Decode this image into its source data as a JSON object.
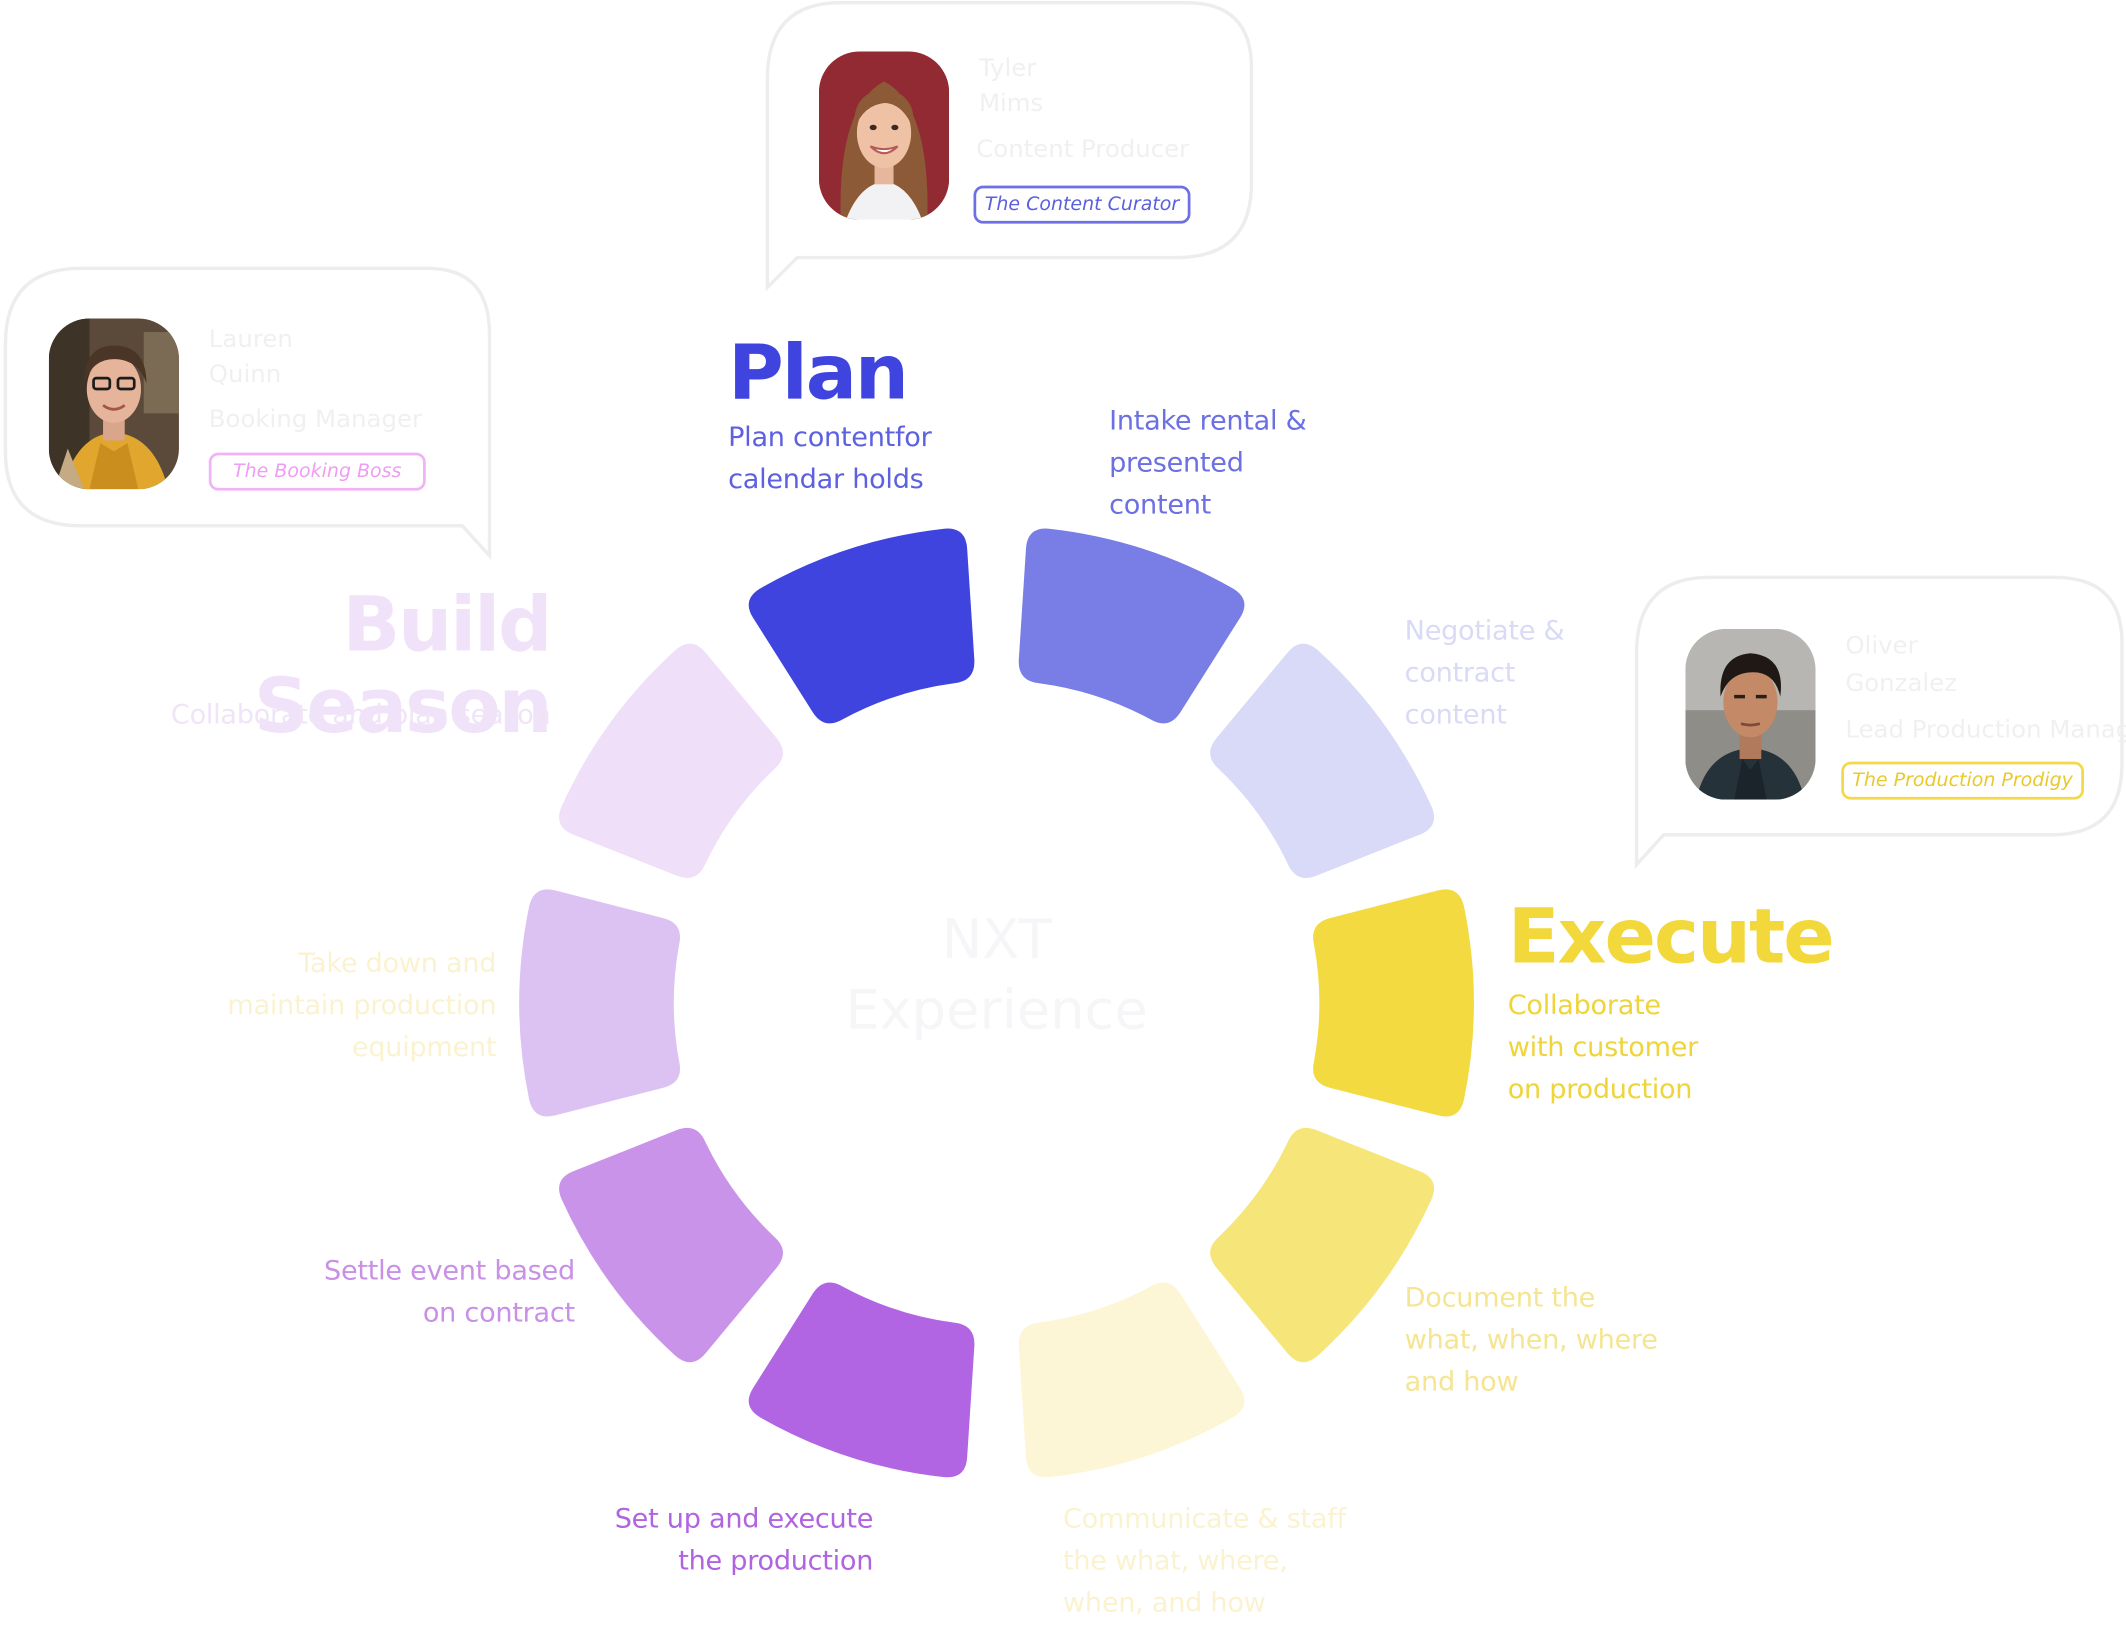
{
  "phases": {
    "plan": {
      "title": "Plan",
      "subtitle": [
        "Plan contentfor",
        "calendar holds"
      ],
      "color": "#3f44df"
    },
    "execute": {
      "title": "Execute",
      "subtitle": [
        "Collaborate",
        "with customer",
        "on production"
      ],
      "color": "#f2d93c"
    },
    "build": {
      "title": "Build Season",
      "subtitle": [
        "Collaborate and plan season"
      ],
      "color": "#efdff8"
    }
  },
  "steps": [
    {
      "color": "#3f44df",
      "label": []
    },
    {
      "color": "#787ee6",
      "label": [
        "Intake rental &",
        "presented",
        "content"
      ]
    },
    {
      "color": "#d8daf7",
      "label": [
        "Negotiate &",
        "contract",
        "content"
      ]
    },
    {
      "color": "#f3da41",
      "label": []
    },
    {
      "color": "#f6e67a",
      "label": [
        "Document  the",
        "what, when, where",
        "and how"
      ]
    },
    {
      "color": "#fdf6d6",
      "label": [
        "Communicate & staff",
        "the what, where,",
        "when, and how"
      ]
    },
    {
      "color": "#b265e3",
      "label": [
        "Set up and execute",
        "the production"
      ]
    },
    {
      "color": "#c993ea",
      "label": [
        "Settle event based",
        "on contract"
      ]
    },
    {
      "color": "#dcc1f3",
      "label": [
        "Take down and",
        "maintain production",
        "equipment"
      ]
    },
    {
      "color": "#efdff8",
      "label": []
    }
  ],
  "center": {
    "lines": [
      "NXT",
      "Experience"
    ]
  },
  "personas": {
    "booking": {
      "lines": [
        "Lauren",
        "Quinn",
        "Booking Manager"
      ],
      "badge": "The Booking Boss",
      "color": "#efa6f5"
    },
    "content": {
      "lines": [
        "Tyler",
        "Mims",
        "Content Producer"
      ],
      "badge": "The Content Curator",
      "color": "#6c70e4"
    },
    "production": {
      "lines": [
        "Oliver",
        "Gonzalez",
        "Lead Production Manager"
      ],
      "badge": "The Production Prodigy",
      "color": "#f3d84a"
    }
  }
}
